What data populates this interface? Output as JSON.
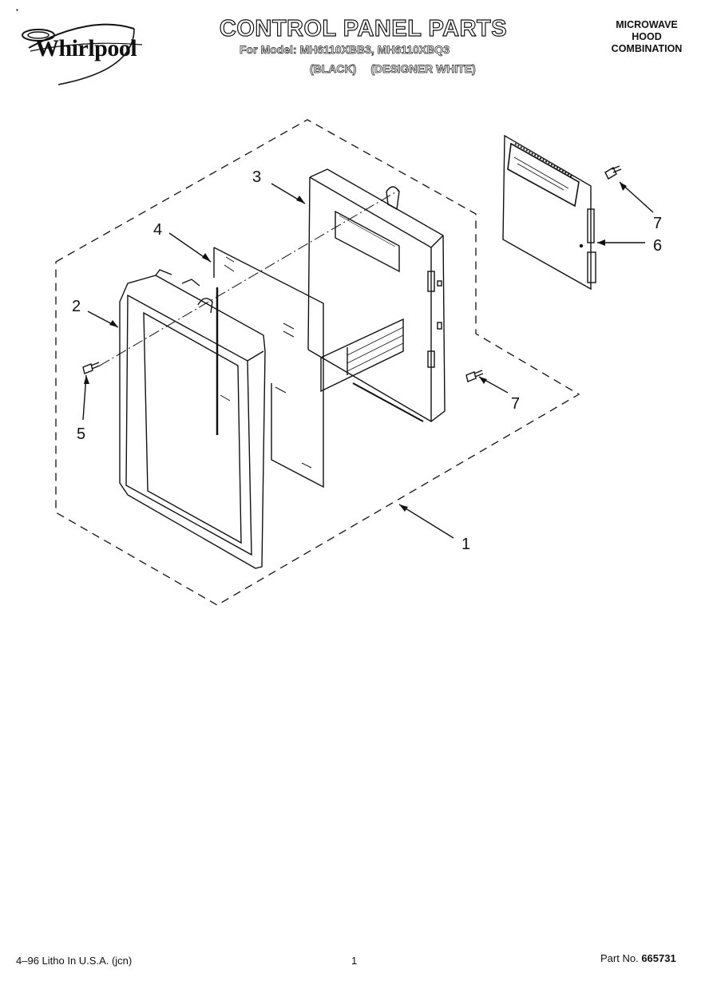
{
  "header": {
    "brand": "Whirlpool",
    "title": "CONTROL PANEL PARTS",
    "model_prefix": "For Model:",
    "models": "MH6110XBB3, MH6110XBQ3",
    "variants": [
      "(BLACK)",
      "(DESIGNER WHITE)"
    ],
    "category_lines": [
      "MICROWAVE",
      "HOOD",
      "COMBINATION"
    ]
  },
  "diagram": {
    "callouts": [
      "1",
      "2",
      "3",
      "4",
      "5",
      "6",
      "7",
      "7"
    ]
  },
  "footer": {
    "print_info": "4–96 Litho In U.S.A. (jcn)",
    "page_number": "1",
    "part_label": "Part No.",
    "part_number": "665731"
  }
}
